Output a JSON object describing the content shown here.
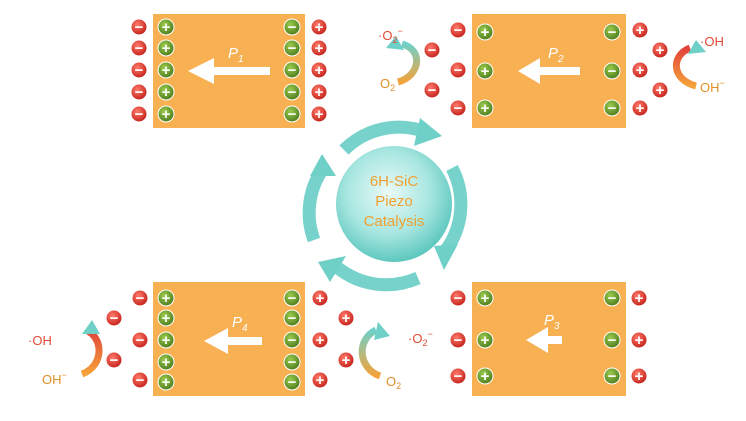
{
  "center": {
    "line1": "6H-SiC",
    "line2": "Piezo",
    "line3": "Catalysis"
  },
  "panels": [
    {
      "id": "p1",
      "label": "P",
      "sub": "1"
    },
    {
      "id": "p2",
      "label": "P",
      "sub": "2"
    },
    {
      "id": "p3",
      "label": "P",
      "sub": "3"
    },
    {
      "id": "p4",
      "label": "P",
      "sub": "4"
    }
  ],
  "reactions": {
    "top_left": {
      "product": "·O",
      "product_sub": "2",
      "product_sup": "−",
      "reactant": "O",
      "reactant_sub": "2"
    },
    "top_right": {
      "product": "·OH",
      "reactant": "OH",
      "reactant_sup": "−"
    },
    "bottom_left": {
      "product": "·OH",
      "reactant": "OH",
      "reactant_sup": "−"
    },
    "bottom_right": {
      "product": "·O",
      "product_sub": "2",
      "product_sup": "−",
      "reactant": "O",
      "reactant_sub": "2"
    }
  },
  "signs": {
    "plus": "+",
    "minus": "−"
  },
  "colors": {
    "slab": "#f7b052",
    "cycle": "#6fd0c8",
    "center_text": "#f0a030",
    "plus_circle": "#d2332c",
    "minus_circle": "#5e8e2a",
    "polarization_arrow": "#ffffff"
  }
}
